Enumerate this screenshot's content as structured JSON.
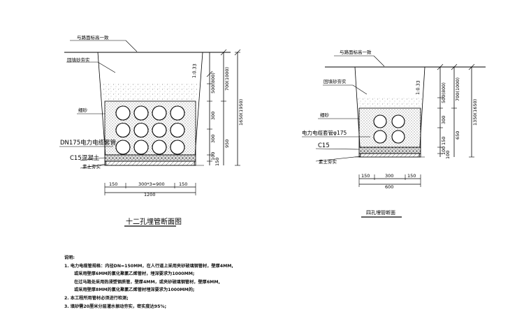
{
  "left_section": {
    "title": "十二孔埋管断面图",
    "labels": {
      "road_surface": "与路面标高一致",
      "backfill": "回填砂夯实",
      "fine_sand": "细砂",
      "pipe": "DN175电力电缆套管",
      "concrete": "C15混凝土",
      "plain_soil": "素土夯实",
      "slope": "1:0.33"
    },
    "vertical_dims": [
      "500(800)",
      "700(1000)",
      "1650(1950)",
      "300",
      "950",
      "300",
      "100",
      "150"
    ],
    "horizontal_dims": [
      "150",
      "300*3=900",
      "150",
      "1200"
    ]
  },
  "right_section": {
    "title": "四孔埋管断面",
    "labels": {
      "road_surface": "与路面标高一致",
      "backfill": "回填砂夯实",
      "fine_sand": "细砂",
      "pipe": "电力电缆套管φ175",
      "concrete": "C15",
      "plain_soil": "素土夯实",
      "slope": "1:0.33"
    },
    "vertical_dims": [
      "500(800)",
      "700(1000)",
      "1350(1650)",
      "300",
      "650",
      "100",
      "150",
      "100"
    ],
    "horizontal_dims": [
      "150",
      "300",
      "150",
      "600"
    ]
  },
  "notes": {
    "heading": "说明:",
    "lines": [
      "1. 电力电缆管规格：内径DN=150MM，在人行道上采用夹砂玻璃钢管材，壁厚4MM,",
      "或采用壁厚6MM的氯化聚氯乙烯管材，埋深要求为1000MM;",
      "在过马路处采用热浸塑钢质管，壁厚4MM，或夹砂玻璃钢管材，壁厚6MM,",
      "或采用壁厚8MM的氯化聚氯乙烯管材埋深要求为1000MM的;",
      "2. 本工程所用管材必须进行检测;",
      "3. 填砂需20厘米分层灌水振动夯实，密实度达95%;"
    ]
  }
}
